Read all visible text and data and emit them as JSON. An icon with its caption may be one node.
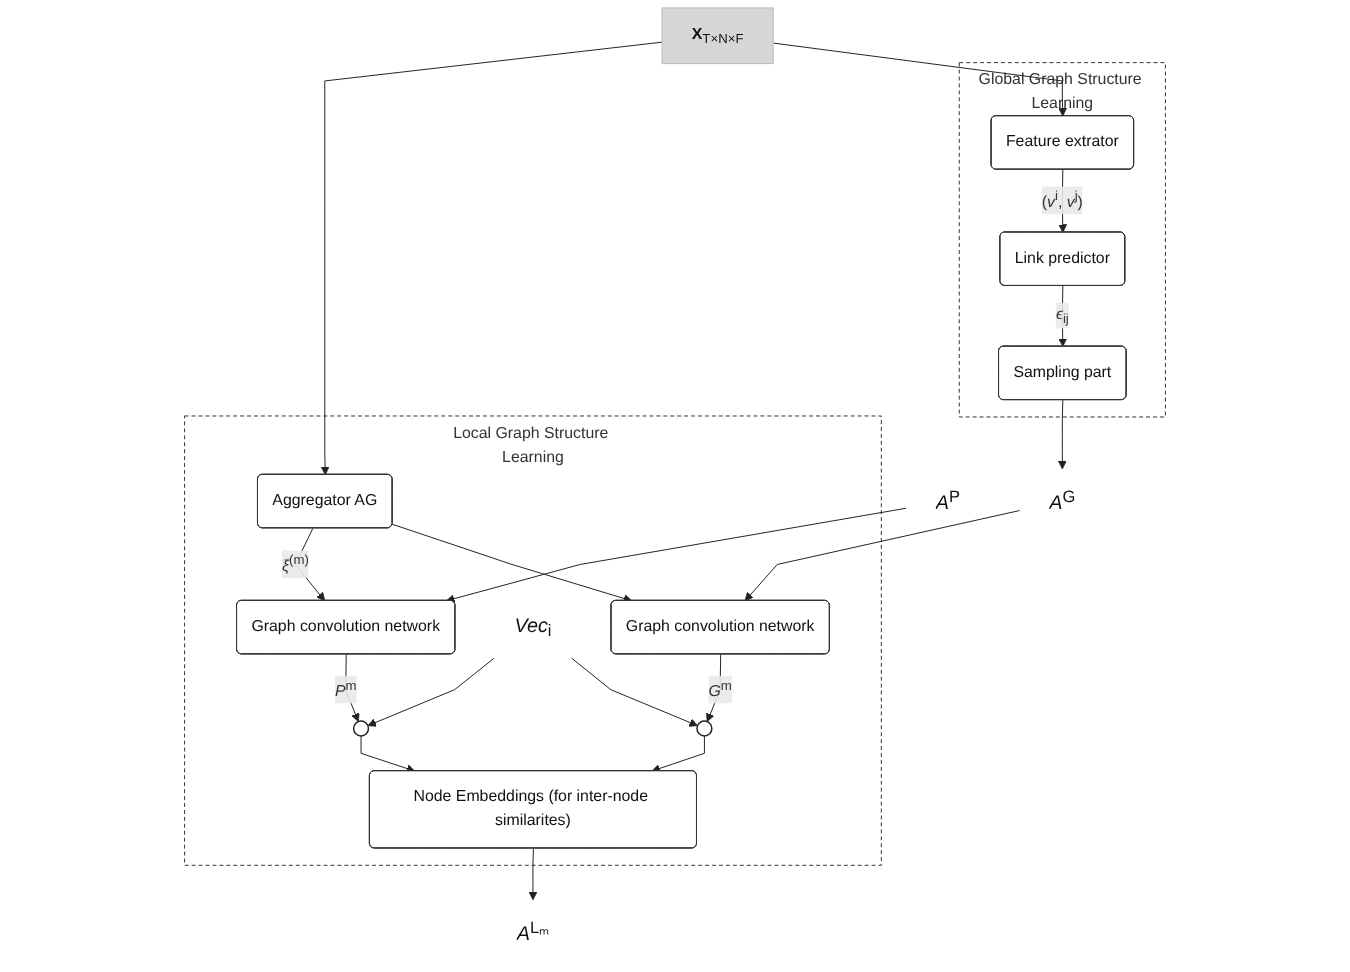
{
  "diagram": {
    "nodes": [
      {
        "text": [
          "Local Graph Structure Learning"
        ]
      },
      {
        "text": [
          "Aggregator AG"
        ],
        "in": 0
      },
      {
        "text": [
          "Graph convolution network"
        ],
        "in": 0
      },
      {
        "text": [
          "Graph convolution network"
        ],
        "in": 0
      },
      {
        "text": [],
        "shape": "circle",
        "in": 0
      },
      {
        "text": [],
        "shape": "circle",
        "in": 0
      },
      {
        "text": [
          "Node Embeddings (for inter-node similarites)"
        ],
        "in": 0
      },
      {
        "text": [
          "**X**$_{T×N×F}$"
        ]
      },
      {
        "text": [
          "Global Graph Structure Learning"
        ]
      },
      {
        "text": [
          "Feature extrator"
        ],
        "in": 8
      },
      {
        "text": [
          "Link predictor"
        ],
        "in": 8
      },
      {
        "text": [
          "Sampling part"
        ],
        "in": 8
      },
      {
        "text": [
          "*A*$^{P}$"
        ]
      },
      {
        "text": [
          "*Vec*$_{i}$"
        ],
        "in": 0
      },
      {
        "text": [
          "*A*$^{Lₘ}$"
        ]
      },
      {
        "text": [
          "*A*$^{G}$"
        ]
      }
    ],
    "edges": [
      {
        "from": 7,
        "to": 1,
        "arrow": "to"
      },
      {
        "from": 7,
        "to": 9,
        "arrow": "to"
      },
      {
        "from": 1,
        "to": 2,
        "arrow": "to",
        "label": "*ξ*$^{(m)}$"
      },
      {
        "from": 1,
        "to": 3,
        "arrow": "to"
      },
      {
        "from": 12,
        "to": 2,
        "arrow": "to"
      },
      {
        "from": 15,
        "to": 3,
        "arrow": "to"
      },
      {
        "from": 2,
        "to": 4,
        "arrow": "to",
        "label": "*P*$^{m}$"
      },
      {
        "from": 3,
        "to": 5,
        "arrow": "to",
        "label": "*G*$^{m}$"
      },
      {
        "from": 13,
        "to": 4,
        "arrow": "to"
      },
      {
        "from": 13,
        "to": 5,
        "arrow": "to"
      },
      {
        "from": 4,
        "to": 6,
        "arrow": "to"
      },
      {
        "from": 5,
        "to": 6,
        "arrow": "to"
      },
      {
        "from": 6,
        "to": 14,
        "arrow": "to"
      },
      {
        "from": 9,
        "to": 10,
        "arrow": "to",
        "label": "(*v*$^{i}$, *v*$^{j}$)"
      },
      {
        "from": 10,
        "to": 11,
        "arrow": "to",
        "label": "*ϵ*$_{ij}$"
      },
      {
        "from": 11,
        "to": 15,
        "arrow": "to"
      }
    ]
  }
}
